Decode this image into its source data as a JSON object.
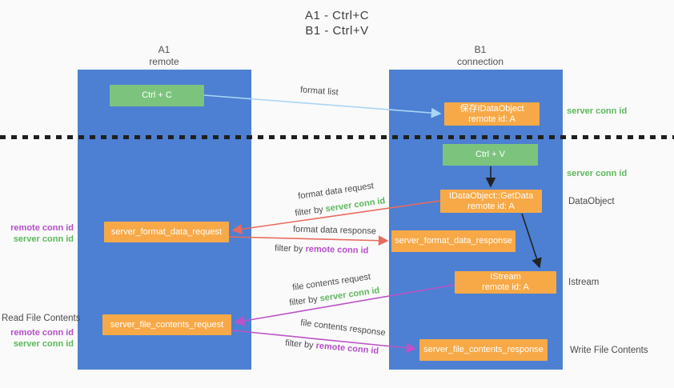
{
  "title": {
    "line1": "A1 - Ctrl+C",
    "line2": "B1 - Ctrl+V"
  },
  "lanes": [
    {
      "id": "a1",
      "name": "A1",
      "role": "remote"
    },
    {
      "id": "b1",
      "name": "B1",
      "role": "connection"
    }
  ],
  "nodes": {
    "ctrl_c": {
      "label": "Ctrl + C"
    },
    "save_dataobject": {
      "line1": "保存IDataObject",
      "line2": "remote id: A"
    },
    "ctrl_v": {
      "label": "Ctrl + V"
    },
    "getdata": {
      "line1": "IDataObject::GetData",
      "line2": "remote id: A"
    },
    "format_request": {
      "label": "server_format_data_request"
    },
    "format_response": {
      "label": "server_format_data_response"
    },
    "istream": {
      "line1": "IStream",
      "line2": "remote id: A"
    },
    "file_request": {
      "label": "server_file_contents_request"
    },
    "file_response": {
      "label": "server_file_contents_response"
    }
  },
  "side_labels": {
    "server_conn_id_top": "server conn id",
    "server_conn_id_mid": "server conn id",
    "dataobject": "DataObject",
    "istream": "Istream",
    "write_file_contents": "Write File Contents",
    "read_file_contents": "Read File Contents",
    "remote_conn_id_1": "remote conn id",
    "server_conn_id_1": "server conn id",
    "remote_conn_id_2": "remote conn id",
    "server_conn_id_2": "server conn id"
  },
  "arrow_labels": {
    "format_list": "format list",
    "format_data_request": "format data request",
    "filter_by_prefix_1": "filter by ",
    "filter_by_value_1": "server conn id",
    "format_data_response": "format data response",
    "filter_by_prefix_2": "filter by ",
    "filter_by_value_2": "remote conn id",
    "file_contents_request": "file contents request",
    "filter_by_prefix_3": "filter by ",
    "filter_by_value_3": "server conn id",
    "file_contents_response": "file contents response",
    "filter_by_prefix_4": "filter by ",
    "filter_by_value_4": "remote conn id"
  },
  "colors": {
    "lane_blue": "#4d80d2",
    "node_orange": "#f8a947",
    "node_green": "#7cc47e",
    "text_green": "#5cb85c",
    "text_purple": "#b44fc8",
    "arrow_red": "#e96a5f",
    "arrow_magenta": "#bc53c6",
    "arrow_lightblue": "#a9d6f5",
    "arrow_black": "#222222",
    "background": "#fafafa"
  }
}
